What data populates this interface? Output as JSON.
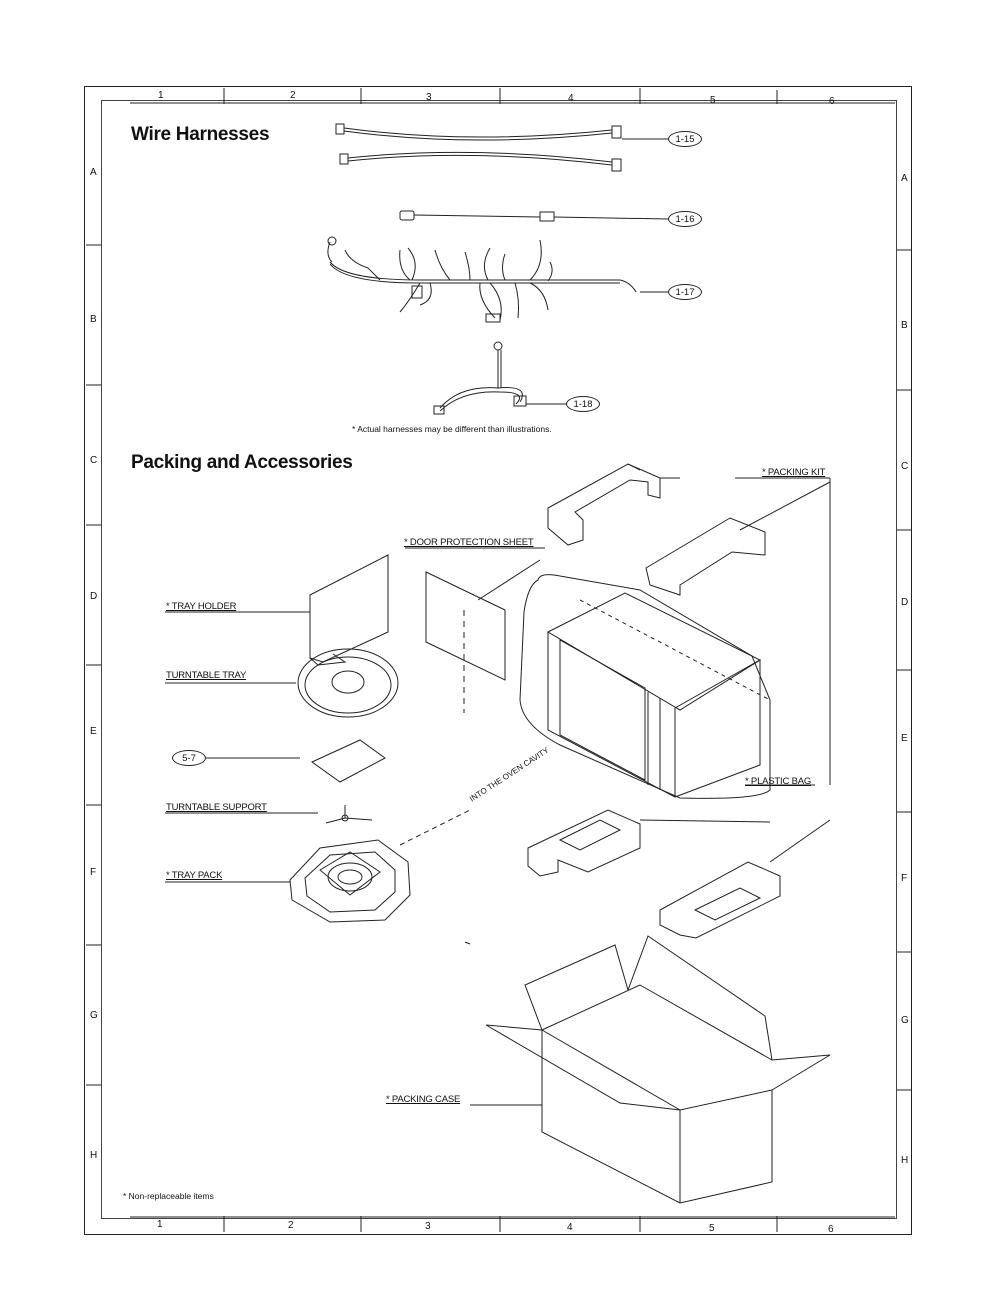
{
  "grid": {
    "columns": [
      "1",
      "2",
      "3",
      "4",
      "5",
      "6"
    ],
    "rows": [
      "A",
      "B",
      "C",
      "D",
      "E",
      "F",
      "G",
      "H"
    ]
  },
  "sections": {
    "wire_harnesses": "Wire Harnesses",
    "packing_accessories": "Packing and Accessories"
  },
  "callouts": {
    "c1_15": "1-15",
    "c1_16": "1-16",
    "c1_17": "1-17",
    "c1_18": "1-18",
    "c5_7": "5-7"
  },
  "notes": {
    "harness_note": "* Actual harnesses may be different than illustrations.",
    "nonreplaceable": "* Non-replaceable items"
  },
  "labels": {
    "packing_kit": "* PACKING KIT",
    "door_protection_sheet": "* DOOR PROTECTION SHEET",
    "tray_holder": "* TRAY HOLDER",
    "turntable_tray": "TURNTABLE TRAY",
    "plastic_bag": "* PLASTIC BAG",
    "turntable_support": "TURNTABLE SUPPORT",
    "into_oven_cavity": "INTO THE OVEN CAVITY",
    "tray_pack": "* TRAY PACK",
    "packing_case": "* PACKING CASE"
  }
}
